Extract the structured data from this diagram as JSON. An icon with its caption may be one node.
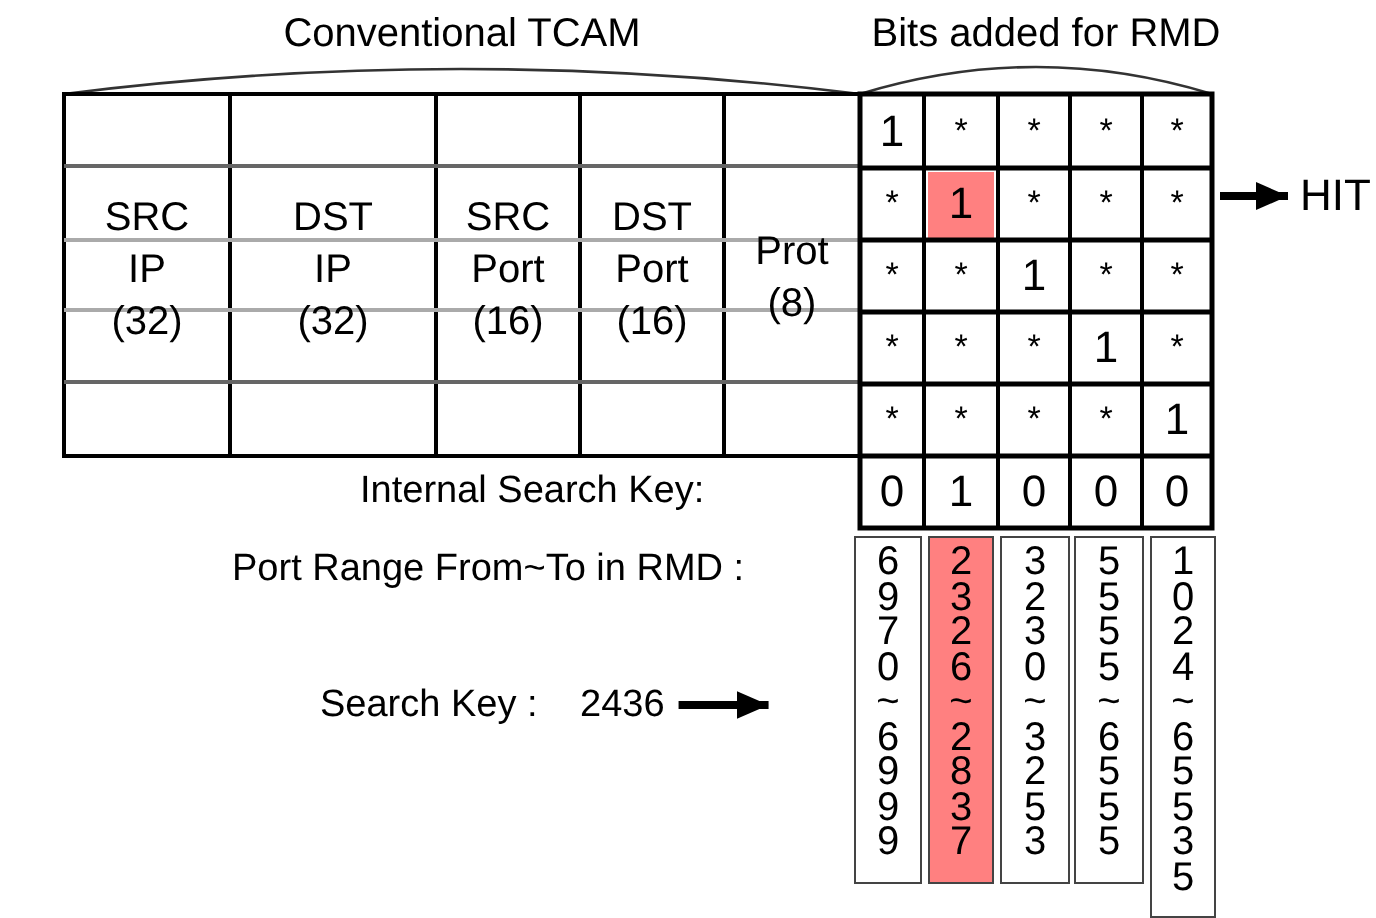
{
  "diagram": {
    "nodes": [
      {
        "text": [
          "HIT"
        ]
      },
      {
        "text": [
          "2436"
        ]
      },
      {
        "text": [
          "6970~6999"
        ]
      },
      {
        "text": [
          "2326~2837"
        ]
      },
      {
        "text": [
          "3230~3253"
        ]
      },
      {
        "text": [
          "5555~6555"
        ]
      },
      {
        "text": [
          "1024~65535"
        ]
      }
    ],
    "edges": [
      {
        "from": null,
        "to": 0,
        "arrow": "to"
      },
      {
        "from": 1,
        "to": 2,
        "arrow": "to"
      }
    ],
    "labels": [
      "Conventional TCAM",
      "Bits added for RMD",
      "1",
      "*",
      "*",
      "*",
      "*",
      "SRC IP (32)",
      "DST IP (32)",
      "SRC Port (16)",
      "DST Port (16)",
      "Prot (8)",
      "*",
      "1",
      "*",
      "*",
      "*",
      "*",
      "*",
      "1",
      "*",
      "*",
      "*",
      "*",
      "*",
      "1",
      "*",
      "*",
      "*",
      "*",
      "*",
      "1",
      "Internal Search Key:",
      "0",
      "1",
      "0",
      "0",
      "0",
      "Port Range From~To in RMD :",
      "Search Key :"
    ]
  }
}
